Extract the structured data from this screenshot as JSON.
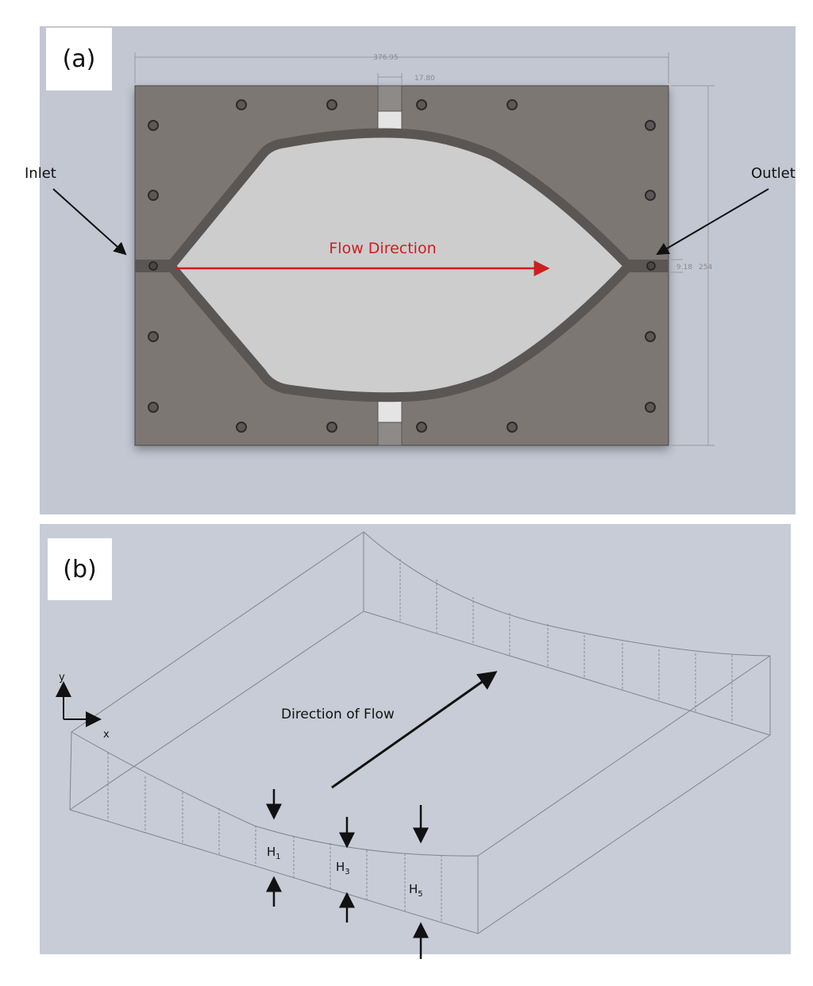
{
  "panel_a": {
    "label": "(a)",
    "inlet_label": "Inlet",
    "outlet_label": "Outlet",
    "flow_label": "Flow Direction",
    "dim_width": "376.95",
    "dim_slot": "17.80",
    "dim_height": "254",
    "dim_port": "9.18",
    "colors": {
      "plate": "#7d7773",
      "cavity": "#cdcdcd",
      "groove": "#5a5654",
      "arrow": "#cc1f1f"
    }
  },
  "panel_b": {
    "label": "(b)",
    "axis_y": "y",
    "axis_x": "x",
    "flow_label": "Direction of Flow",
    "h1_main": "H",
    "h1_sub": "1",
    "h3_main": "H",
    "h3_sub": "3",
    "h5_main": "H",
    "h5_sub": "5"
  }
}
